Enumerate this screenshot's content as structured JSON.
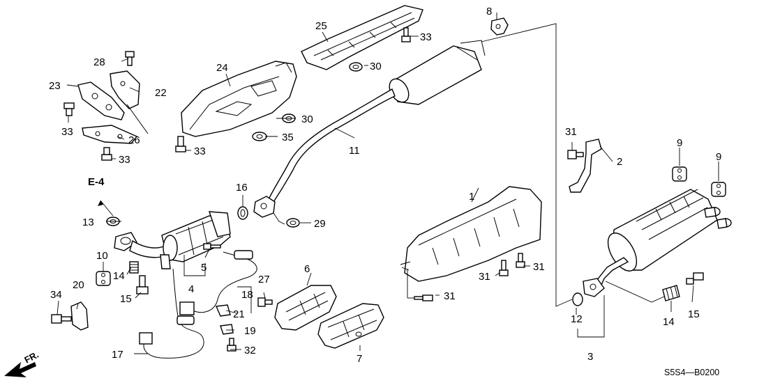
{
  "diagram": {
    "labels": [
      "1",
      "2",
      "3",
      "4",
      "5",
      "6",
      "7",
      "8",
      "9",
      "10",
      "11",
      "12",
      "13",
      "14",
      "15",
      "16",
      "17",
      "18",
      "19",
      "20",
      "21",
      "22",
      "23",
      "24",
      "25",
      "26",
      "27",
      "28",
      "29",
      "30",
      "31",
      "32",
      "33",
      "34",
      "35"
    ],
    "extra_labels": {
      "nine_b": "9",
      "fourteen_b": "14",
      "fifteen_b": "15",
      "thirty_b": "30",
      "thirtyone_b": "31",
      "thirtyone_c": "31",
      "thirtyone_d": "31",
      "thirtythree_b": "33",
      "thirtythree_c": "33",
      "thirtythree_d": "33"
    },
    "ref_link": "E-4",
    "front_marker": "FR.",
    "code": "S5S4—B0200"
  }
}
